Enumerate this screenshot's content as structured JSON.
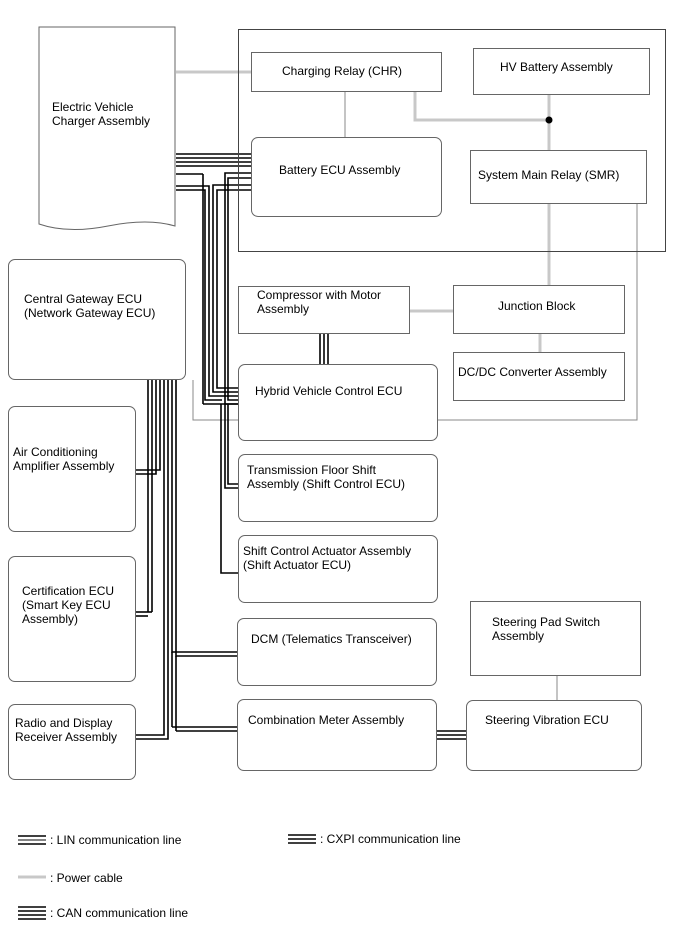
{
  "components": {
    "ev_charger": "Electric Vehicle\nCharger Assembly",
    "charging_relay": "Charging Relay (CHR)",
    "hv_battery": "HV Battery Assembly",
    "battery_ecu": "Battery ECU Assembly",
    "smr": "System Main Relay (SMR)",
    "central_gateway": "Central Gateway ECU\n(Network Gateway ECU)",
    "compressor": "Compressor with Motor\nAssembly",
    "junction_block": "Junction Block",
    "dcdc": "DC/DC Converter Assembly",
    "hv_control_ecu": "Hybrid Vehicle Control ECU",
    "ac_amplifier": "Air Conditioning\nAmplifier Assembly",
    "shift_control": "Transmission Floor Shift\nAssembly (Shift Control ECU)",
    "certification": "Certification ECU\n(Smart Key ECU\nAssembly)",
    "shift_actuator": "Shift Control Actuator Assembly\n(Shift Actuator ECU)",
    "steering_pad": "Steering Pad Switch\nAssembly",
    "dcm": "DCM (Telematics Transceiver)",
    "radio": "Radio and Display\nReceiver Assembly",
    "combination_meter": "Combination Meter Assembly",
    "steering_vibration": "Steering Vibration ECU"
  },
  "legend": {
    "lin": ": LIN communication line",
    "cxpi": ": CXPI communication line",
    "power": ": Power cable",
    "can": ": CAN communication line"
  },
  "colors": {
    "power_cable": "#c8c8c8",
    "comm_line": "#000000",
    "box_border": "#666666"
  }
}
